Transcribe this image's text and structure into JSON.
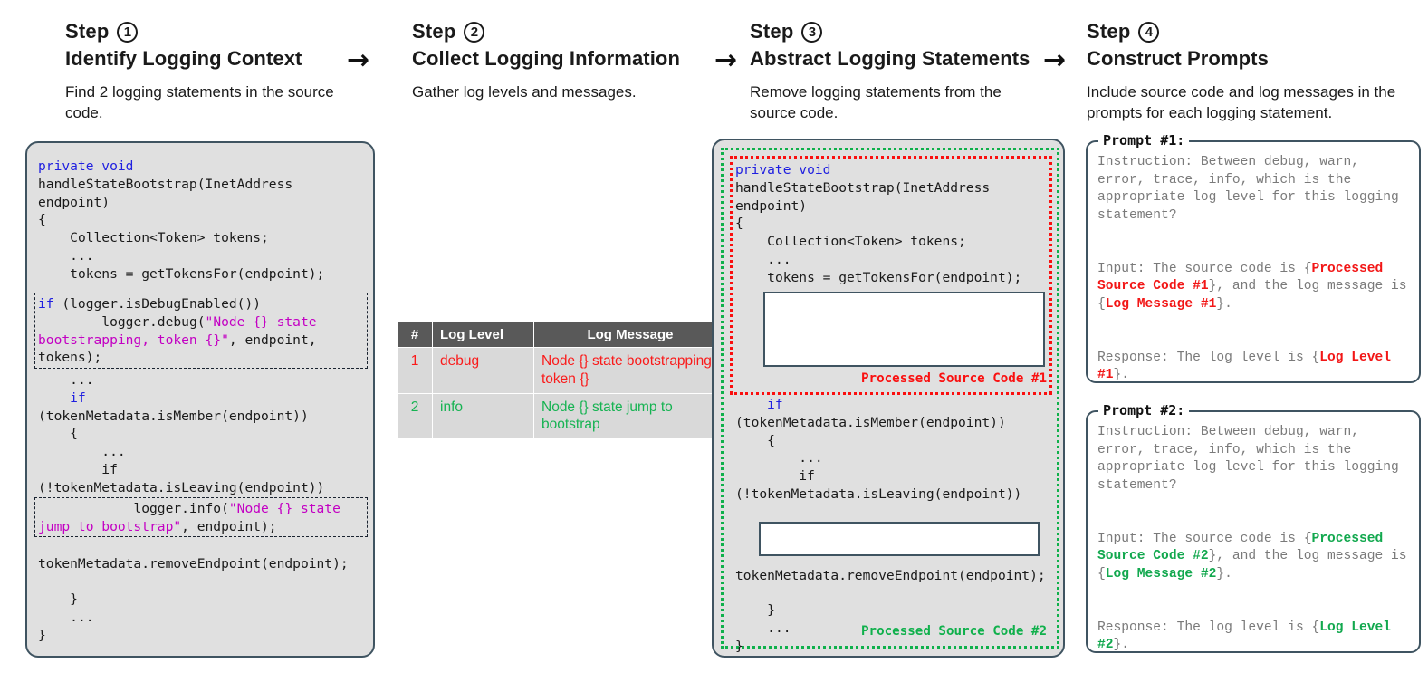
{
  "steps": [
    {
      "label": "Step",
      "number": "1",
      "title": "Identify Logging Context",
      "description": "Find 2 logging statements in the source code."
    },
    {
      "label": "Step",
      "number": "2",
      "title": "Collect Logging Information",
      "description": "Gather log levels and messages."
    },
    {
      "label": "Step",
      "number": "3",
      "title": "Abstract Logging Statements",
      "description": "Remove logging statements from the source code."
    },
    {
      "label": "Step",
      "number": "4",
      "title": "Construct Prompts",
      "description": "Include source code and log messages in the prompts for each logging statement."
    }
  ],
  "arrow_glyph": "→",
  "step1_code": {
    "seg_head_kw": "private void",
    "seg_head_rest": "\nhandleStateBootstrap(InetAddress\nendpoint)\n{\n    Collection<Token> tokens;\n    ...\n    tokens = getTokensFor(endpoint);",
    "log1_kw": "if",
    "log1_cond": " (logger.isDebugEnabled())\n        logger.debug(",
    "log1_str": "\"Node {} state\nbootstrapping, token {}\"",
    "log1_tail": ", endpoint,\ntokens);",
    "mid": "    ...\n    ",
    "mid_kw": "if",
    "mid_rest": "\n(tokenMetadata.isMember(endpoint))\n    {\n        ...\n        if\n(!tokenMetadata.isLeaving(endpoint))",
    "log2_head": "            logger.info(",
    "log2_str": "\"Node {} state\njump to bootstrap\"",
    "log2_tail": ", endpoint);",
    "tail": "\ntokenMetadata.removeEndpoint(endpoint);\n\n    }\n    ...\n}"
  },
  "table": {
    "headers": [
      "#",
      "Log Level",
      "Log Message"
    ],
    "rows": [
      {
        "index": "1",
        "level": "debug",
        "message": "Node {} state bootstrapping, token {}"
      },
      {
        "index": "2",
        "level": "info",
        "message": "Node {} state jump to bootstrap"
      }
    ]
  },
  "step3_code": {
    "head_kw": "private void",
    "head_rest": "\nhandleStateBootstrap(InetAddress\nendpoint)\n{\n    Collection<Token> tokens;\n    ...\n    tokens = getTokensFor(endpoint);",
    "tag1": "Processed Source Code #1",
    "mid_kw": "if",
    "mid_rest": "\n(tokenMetadata.isMember(endpoint))\n    {\n        ...\n        if\n(!tokenMetadata.isLeaving(endpoint))",
    "after_blank": "tokenMetadata.removeEndpoint(endpoint);",
    "closing": "    }\n    ...\n}",
    "tag2": "Processed Source Code #2"
  },
  "prompts": [
    {
      "legend": "Prompt #1:",
      "instruction": "Instruction: Between debug, warn, error, trace, info, which is the appropriate log level for this logging statement?",
      "input_pre": "Input: The source code is {",
      "input_placeholder1": "Processed Source Code #1",
      "input_mid": "}, and the log message is {",
      "input_placeholder2": "Log Message #1",
      "input_post": "}.",
      "response_pre": "Response: The log level is {",
      "response_placeholder": "Log Level #1",
      "response_post": "}."
    },
    {
      "legend": "Prompt #2:",
      "instruction": "Instruction: Between debug, warn, error, trace, info, which is the appropriate log level for this logging statement?",
      "input_pre": "Input: The source code is {",
      "input_placeholder1": "Processed Source Code #2",
      "input_mid": "}, and the log message is {",
      "input_placeholder2": "Log Message #2",
      "input_post": "}.",
      "response_pre": "Response: The log level is {",
      "response_placeholder": "Log Level #2",
      "response_post": "}."
    }
  ],
  "colors": {
    "red": "#fa0f0f",
    "green": "#0fb04b",
    "keyword_blue": "#2020e0",
    "string_purple": "#c300c3",
    "panel_bg": "#e0e0e0",
    "panel_border": "#3f5461",
    "table_header_bg": "#595959"
  }
}
